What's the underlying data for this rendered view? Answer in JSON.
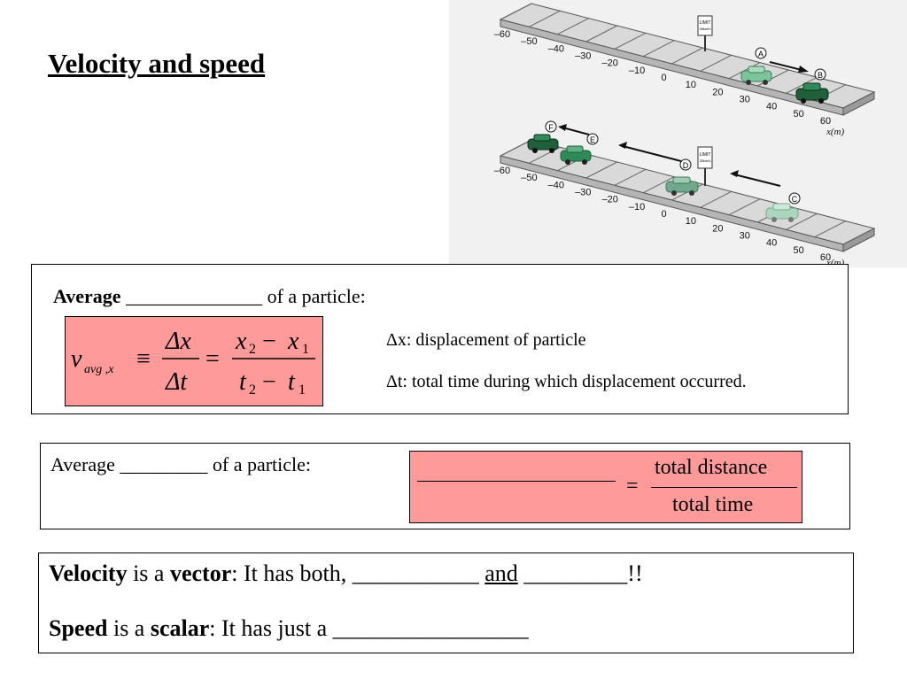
{
  "title": "Velocity and speed",
  "figure": {
    "ticks": [
      "–60",
      "–50",
      "–40",
      "–30",
      "–20",
      "–10",
      "0",
      "10",
      "20",
      "30",
      "40",
      "50",
      "60"
    ],
    "axis_label": "x(m)",
    "sign_text": [
      "LIMIT",
      "35km/h"
    ],
    "top_markers": [
      "A",
      "B"
    ],
    "bottom_markers": [
      "F",
      "E",
      "D",
      "C"
    ]
  },
  "box1": {
    "heading_bold": "Average",
    "heading_blank": "______________",
    "heading_rest": " of a particle:",
    "formula": {
      "v": "v",
      "v_sub": "avg ,x",
      "equiv": "≡",
      "num1": "Δx",
      "den1": "Δt",
      "eq": "=",
      "num2_x2": "x",
      "num2_x2_sub": "2",
      "num2_minus": "−",
      "num2_x1": "x",
      "num2_x1_sub": "1",
      "den2_t2": "t",
      "den2_t2_sub": "2",
      "den2_minus": "−",
      "den2_t1": "t",
      "den2_t1_sub": "1"
    },
    "delta_x_def": "Δx: displacement of particle",
    "delta_t_def": "Δt:  total time during which displacement occurred."
  },
  "box2": {
    "label": "Average _________ of a particle:",
    "eq": "=",
    "numerator": "total distance",
    "denominator": "total time"
  },
  "box3": {
    "line1": {
      "b1": "Velocity",
      "t1": " is a ",
      "b2": "vector",
      "t2": ": It has both, ___________ ",
      "u": "and",
      "t3": " _________!!"
    },
    "line2": {
      "b1": "Speed",
      "t1": " is a ",
      "b2": "scalar",
      "t2": ": It has just a _________________"
    }
  },
  "colors": {
    "pink": "#ff9a9a",
    "car": "#2e8b57",
    "car_dark": "#1f5f3a"
  }
}
